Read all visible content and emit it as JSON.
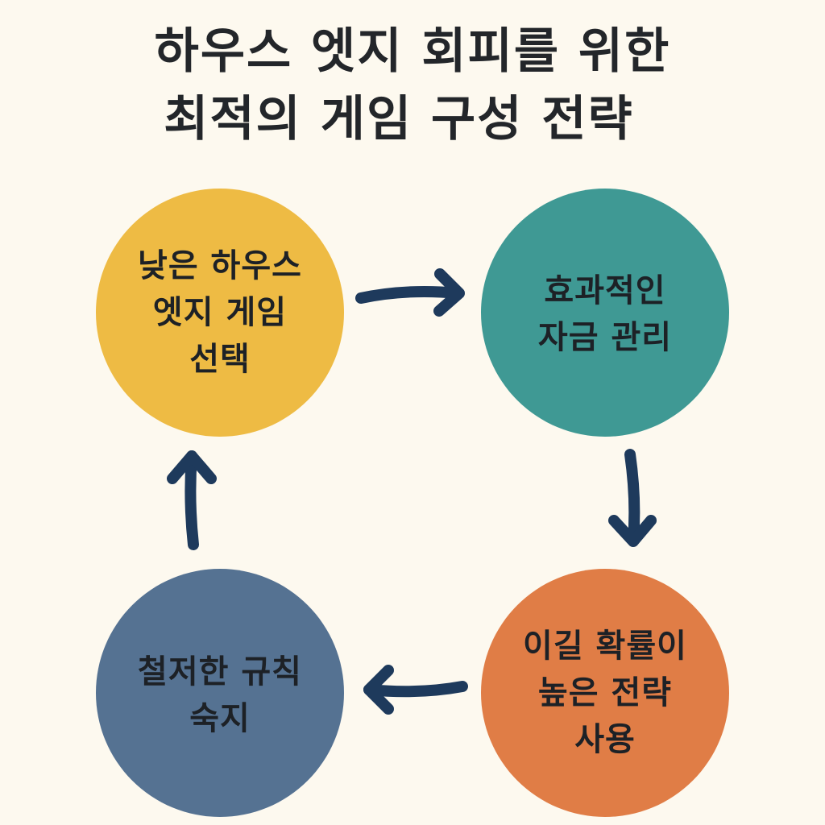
{
  "title": {
    "line1": "하우스 엣지 회피를 위한",
    "line2": "최적의 게임 구성 전략"
  },
  "nodes": [
    {
      "label": "낮은 하우스\n엣지 게임\n선택",
      "color": "#eebb44"
    },
    {
      "label": "효과적인\n자금 관리",
      "color": "#3f9994"
    },
    {
      "label": "이길 확률이\n높은 전략\n사용",
      "color": "#e07d46"
    },
    {
      "label": "철저한 규칙\n숙지",
      "color": "#557292"
    }
  ],
  "arrow_color": "#1e3a5c"
}
